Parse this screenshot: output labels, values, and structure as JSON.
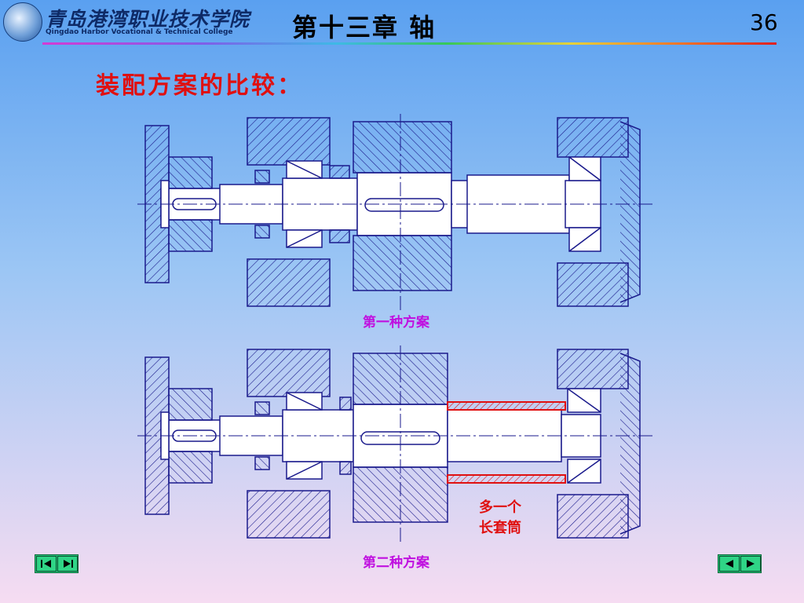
{
  "header": {
    "logo_cn": "青岛港湾职业技术学院",
    "logo_en": "Qingdao Harbor Vocational & Technical College",
    "chapter_title": "第十三章 轴",
    "page_number": "36"
  },
  "slide": {
    "heading": "装配方案的比较：",
    "caption_first": "第一种方案",
    "caption_second": "第二种方案",
    "note_line1": "多一个",
    "note_line2": "长套筒"
  },
  "icons": {
    "logo": "college-logo-icon",
    "nav_first": "first-slide-icon",
    "nav_next": "next-slide-icon",
    "nav_prev": "prev-slide-icon",
    "nav_forward": "forward-slide-icon"
  },
  "colors": {
    "heading": "#e01010",
    "caption": "#c010e0",
    "drawing_lines": "#1a1a8c",
    "highlight_sleeve": "#e01010",
    "nav_button": "#26c47a"
  }
}
